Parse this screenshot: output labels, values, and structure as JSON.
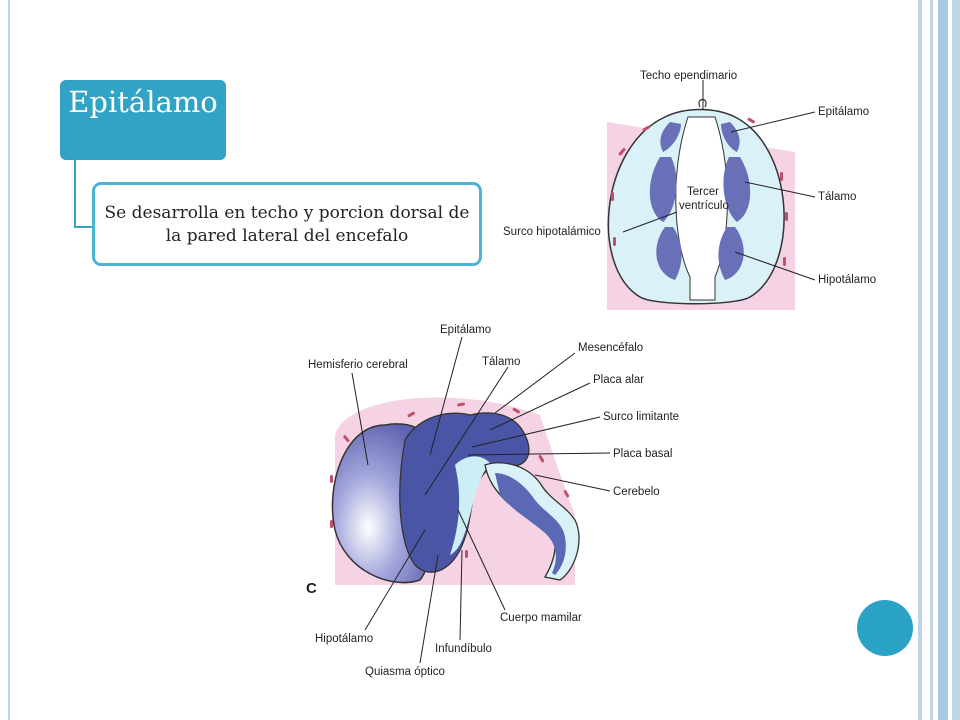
{
  "title": "Epitálamo",
  "description": "Se desarrolla en techo y porcion dorsal de la pared lateral del encefalo",
  "colors": {
    "accent": "#31a3c4",
    "border": "#4cb4d2",
    "dot": "#2aa3c6"
  },
  "figure_top": {
    "labels": {
      "techo": "Techo ependimario",
      "epitalamo": "Epitálamo",
      "talamo": "Tálamo",
      "tercer_1": "Tercer",
      "tercer_2": "ventrículo",
      "surco": "Surco hipotalámico",
      "hipotalamo": "Hipotálamo"
    }
  },
  "figure_bottom": {
    "panel_letter": "C",
    "labels": {
      "epitalamo": "Epitálamo",
      "hemisferio": "Hemisferio cerebral",
      "talamo": "Tálamo",
      "mesencefalo": "Mesencéfalo",
      "placa_alar": "Placa alar",
      "surco_limitante": "Surco limitante",
      "placa_basal": "Placa basal",
      "cerebelo": "Cerebelo",
      "cuerpo_mamilar": "Cuerpo mamilar",
      "hipotalamo": "Hipotálamo",
      "infundibulo": "Infundíbulo",
      "quiasma": "Quiasma óptico"
    }
  }
}
